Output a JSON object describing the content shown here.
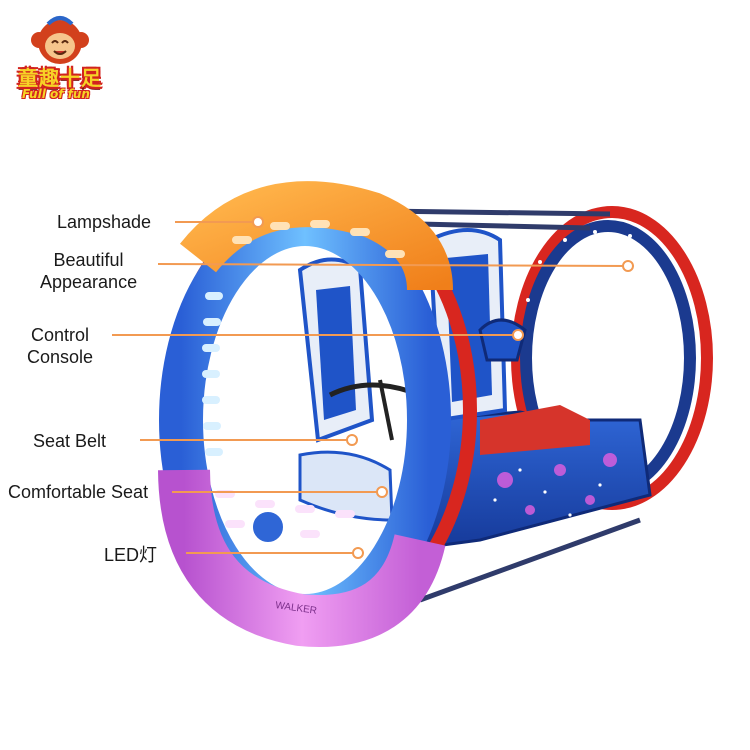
{
  "logo": {
    "name_cn": "童趣十足",
    "name_en": "Full of fun"
  },
  "machine": {
    "side_text": "WALKER"
  },
  "callouts": {
    "lampshade": "Lampshade",
    "appearance_line1": "Beautiful",
    "appearance_line2": "Appearance",
    "console_line1": "Control",
    "console_line2": "Console",
    "seat_belt": "Seat Belt",
    "seat": "Comfortable Seat",
    "led": "LED灯"
  },
  "colors": {
    "callout_line": "#f29a52",
    "rim_red": "#d8261f",
    "led_blue": "#2f7de8",
    "lampshade_orange": "#f7a12e",
    "bottom_pink": "#d56fd8",
    "seat_blue": "#1f54c8"
  }
}
